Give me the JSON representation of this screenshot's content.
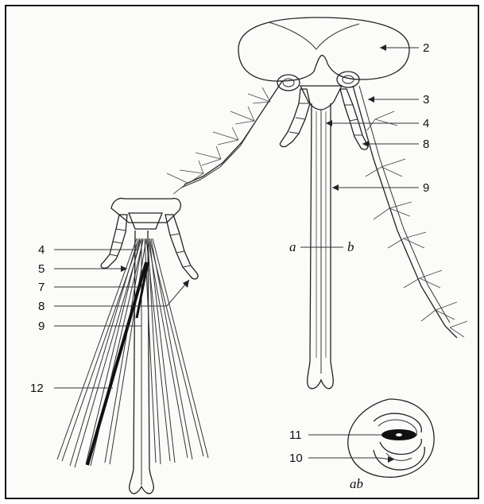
{
  "labels": {
    "l2": "2",
    "l3": "3",
    "l4_right": "4",
    "l8_right": "8",
    "l9_right": "9",
    "la": "a",
    "lb": "b",
    "l4_left": "4",
    "l5": "5",
    "l7": "7",
    "l8_left": "8",
    "l9_left": "9",
    "l12": "12",
    "l11": "11",
    "l10": "10",
    "lab": "ab"
  }
}
